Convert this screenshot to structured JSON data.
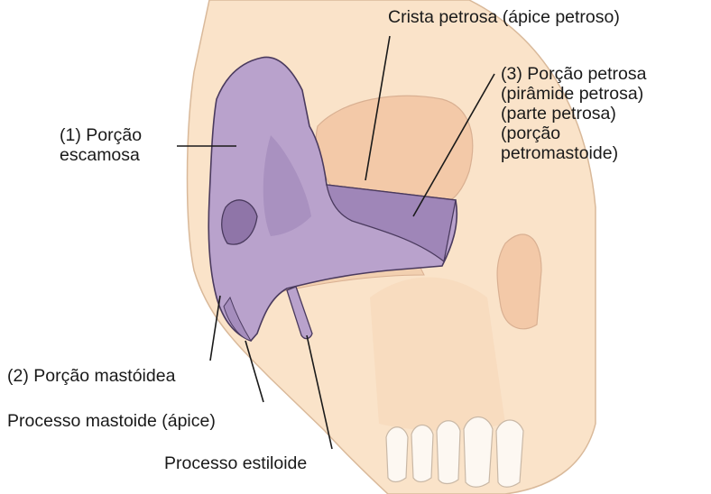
{
  "figure": {
    "labels": {
      "crista_petrosa": "Crista petrosa (ápice petroso)",
      "porcao_petrosa": [
        "(3) Porção petrosa",
        "(pirâmide petrosa)",
        "(parte petrosa)",
        "(porção",
        "petromastoide)"
      ],
      "porcao_escamosa": [
        "(1) Porção",
        "escamosa"
      ],
      "porcao_mastoidea": "(2) Porção mastóidea",
      "processo_mastoide": "Processo mastoide (ápice)",
      "processo_estiloide": "Processo estiloide"
    },
    "colors": {
      "skull": "#fae3c9",
      "skull_outline": "#d9b99a",
      "skull_shade": "#f2c7a5",
      "temporal_bone": "#b9a2cc",
      "temporal_bone_dark": "#8f75a8",
      "temporal_outline": "#4a3a5e",
      "leader_line": "#1a1a1a"
    }
  }
}
